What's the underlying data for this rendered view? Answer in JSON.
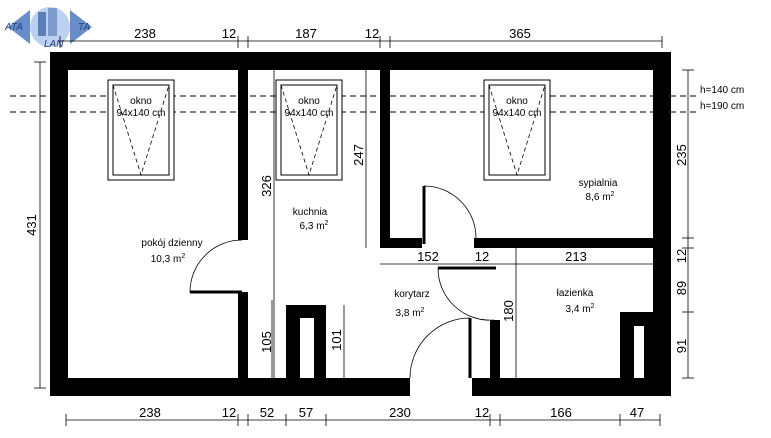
{
  "logo": {
    "text_left": "ATA",
    "text_right": "TA",
    "text_bottom": "LAN",
    "colors": [
      "#2a5db0",
      "#8fb3e8"
    ]
  },
  "heights": {
    "h1": "h=140 cm",
    "h2": "h=190 cm"
  },
  "windows": [
    {
      "label": "okno",
      "size": "94x140 cm"
    },
    {
      "label": "okno",
      "size": "94x140 cm"
    },
    {
      "label": "okno",
      "size": "94x140 cm"
    }
  ],
  "rooms": {
    "pokoj": {
      "name": "pokój dzienny",
      "area": "10,3 m",
      "sup": "2"
    },
    "kuchnia": {
      "name": "kuchnia",
      "area": "6,3 m",
      "sup": "2"
    },
    "sypialnia": {
      "name": "sypialnia",
      "area": "8,6 m",
      "sup": "2"
    },
    "korytarz": {
      "name": "korytarz",
      "area": "3,8 m",
      "sup": "2"
    },
    "lazienka": {
      "name": "łazienka",
      "area": "3,4 m",
      "sup": "2"
    }
  },
  "dims_top": [
    "238",
    "12",
    "187",
    "12",
    "365"
  ],
  "dims_bottom": [
    "238",
    "12",
    "52",
    "57",
    "230",
    "12",
    "166",
    "47"
  ],
  "dims_left": [
    "431"
  ],
  "dims_right": [
    "235",
    "12",
    "89",
    "91"
  ],
  "dims_inner": {
    "d326": "326",
    "d247": "247",
    "d152": "152",
    "d12": "12",
    "d213": "213",
    "d180": "180",
    "d105": "105",
    "d101": "101"
  }
}
